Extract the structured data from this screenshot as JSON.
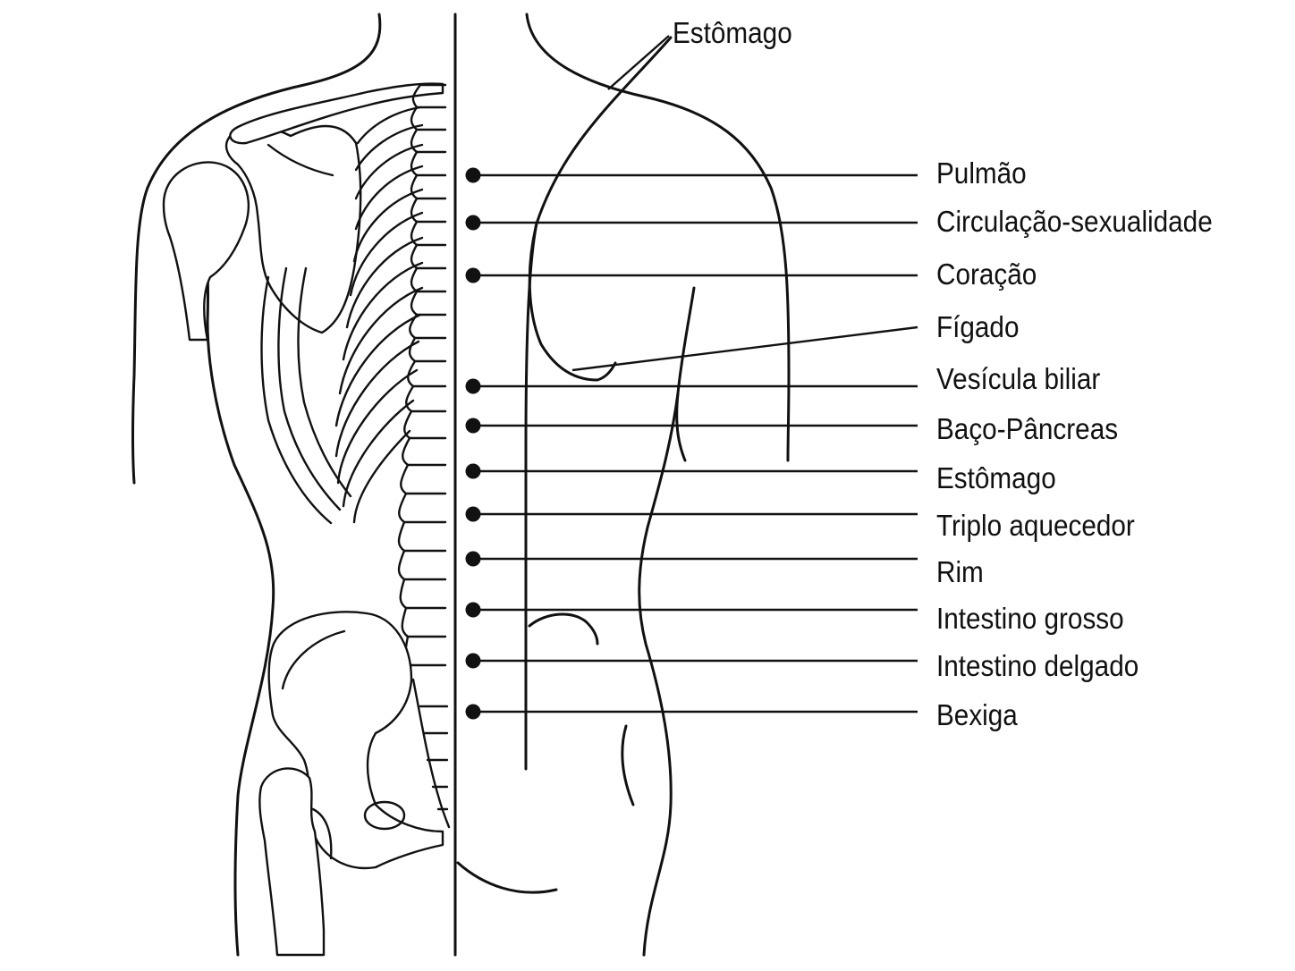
{
  "top_label": "Estômago",
  "labels": [
    "Pulmão",
    "Circulação-sexualidade",
    "Coração",
    "Fígado",
    "Vesícula biliar",
    "Baço-Pâncreas",
    "Estômago",
    "Triplo aquecedor",
    "Rim",
    "Intestino grosso",
    "Intestino delgado",
    "Bexiga"
  ],
  "colors": {
    "ink": "#111111",
    "background": "#ffffff"
  }
}
